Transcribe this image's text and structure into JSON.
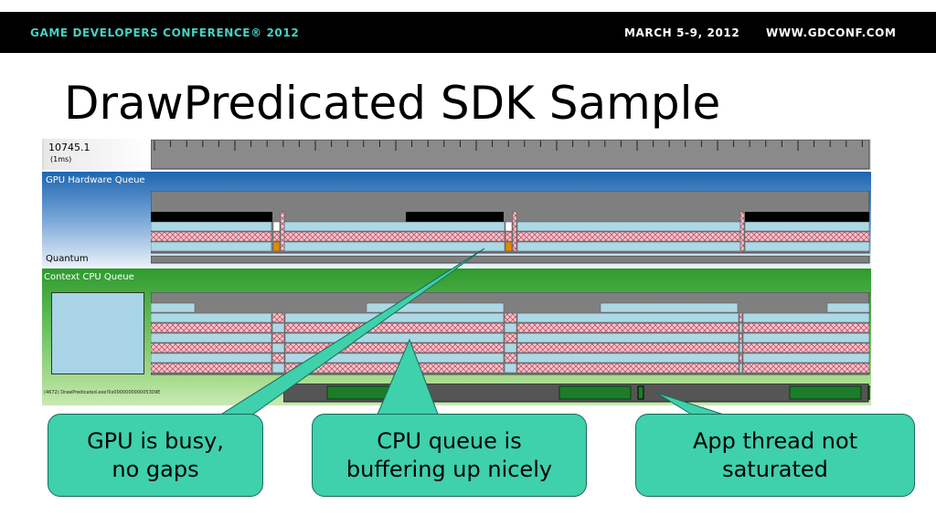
{
  "header": {
    "conference": "GAME DEVELOPERS CONFERENCE® 2012",
    "date": "MARCH 5-9, 2012",
    "site": "WWW.GDCONF.COM"
  },
  "slide": {
    "title": "DrawPredicated SDK Sample"
  },
  "profiler": {
    "ruler": {
      "value": "10745.1",
      "unit": "(1ms)"
    },
    "gpu_queue_label": "GPU Hardware Queue",
    "quantum_label": "Quantum",
    "cpu_queue_label": "Context CPU Queue",
    "thread_label": "(4672) DrawPredicated.exe!0x000000000005309E"
  },
  "callouts": [
    {
      "line1": "GPU is busy,",
      "line2": "no gaps"
    },
    {
      "line1": "CPU queue is",
      "line2": "buffering up nicely"
    },
    {
      "line1": "App thread not",
      "line2": "saturated"
    }
  ],
  "colors": {
    "accent": "#45d1c1",
    "callout": "#3fd0ac",
    "gpu_panel": "#1e66b0",
    "cpu_panel": "#2e9a2e",
    "packet": "#add8e6",
    "hatched_packet": "#f0c0c8",
    "present_packet": "#e08a00"
  }
}
